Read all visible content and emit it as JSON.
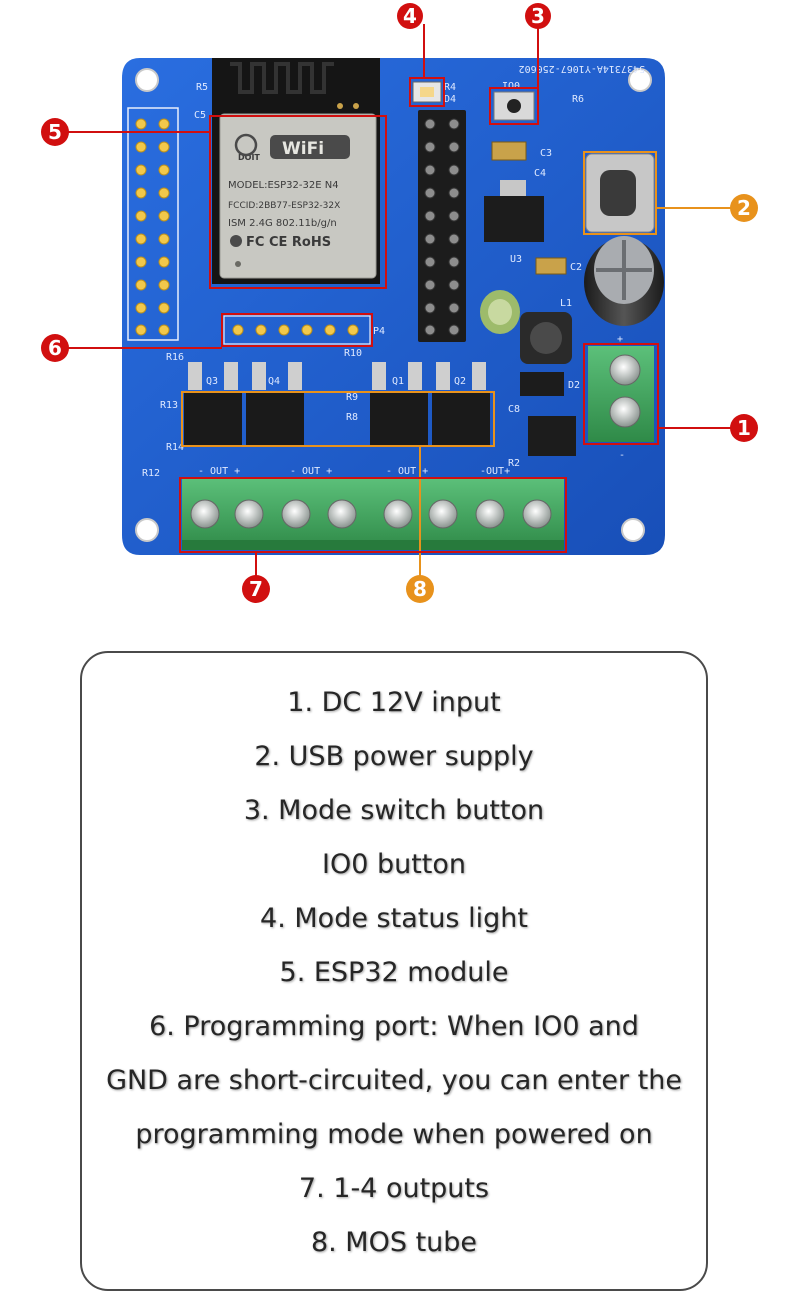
{
  "board": {
    "serial": "5437314A-Y1067-250602",
    "module": {
      "brand": "DOIT",
      "wifi_label": "WiFi",
      "model": "MODEL:ESP32-32E N4",
      "fccid": "FCCID:2BB77-ESP32-32X",
      "ism": "ISM 2.4G 802.11b/g/n",
      "certs": "FC CE RoHS"
    },
    "io0_label": "IO0",
    "p4_label": "P4",
    "output_labels": [
      "- OUT +",
      "- OUT +",
      "- OUT +",
      "-OUT+"
    ],
    "silkscreen": {
      "c5": "C5",
      "r5": "R5",
      "d4": "D4",
      "r4": "R4",
      "r6": "R6",
      "c3": "C3",
      "c4": "C4",
      "u3": "U3",
      "c2": "C2",
      "l1": "L1",
      "r10": "R10",
      "r16": "R16",
      "r13": "R13",
      "r14": "R14",
      "r12": "R12",
      "r9": "R9",
      "r8": "R8",
      "q1": "Q1",
      "q2": "Q2",
      "q3": "Q3",
      "q4": "Q4",
      "r2": "R2",
      "c8": "C8",
      "d2": "D2",
      "plus": "+",
      "minus": "-"
    },
    "callouts": [
      "1",
      "2",
      "3",
      "4",
      "5",
      "6",
      "7",
      "8"
    ]
  },
  "colors": {
    "pcb": "#1f5fd0",
    "red_callout": "#d10f0f",
    "orange_callout": "#e8921c",
    "terminal_green": "#3fa25a"
  },
  "legend": [
    "1. DC 12V input",
    "2. USB power supply",
    "3. Mode switch button",
    "IO0 button",
    "4. Mode status light",
    "5. ESP32 module",
    "6. Programming port: When IO0 and",
    "GND are short-circuited, you can enter the",
    "programming mode when powered on",
    "7. 1-4 outputs",
    "8. MOS tube"
  ]
}
